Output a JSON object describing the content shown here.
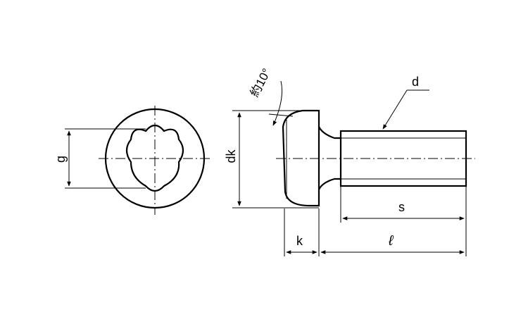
{
  "labels": {
    "g": "g",
    "dk": "dk",
    "k": "k",
    "d": "d",
    "s": "s",
    "l": "ℓ",
    "angle": "約10°"
  }
}
